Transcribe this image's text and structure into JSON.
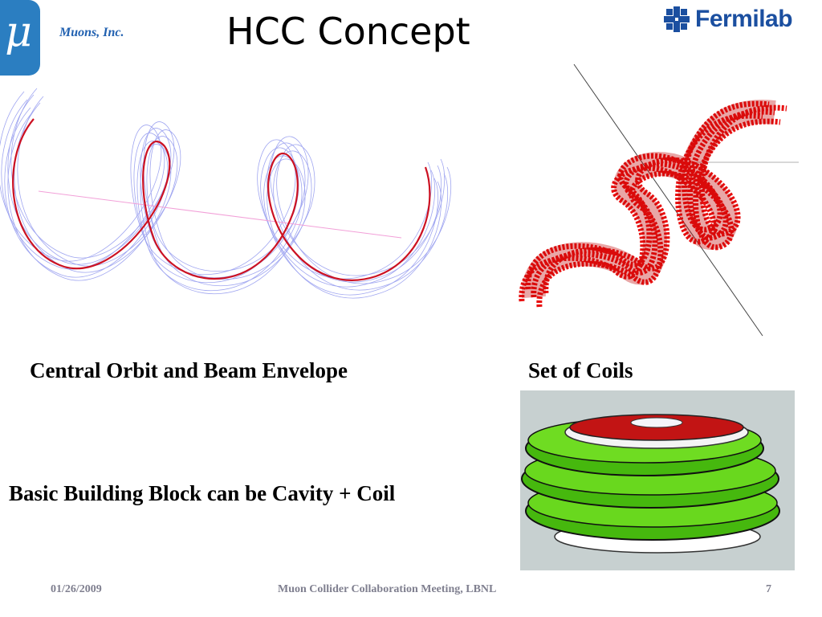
{
  "header": {
    "logo_symbol": "μ",
    "company": "Muons, Inc.",
    "title": "HCC Concept",
    "lab_logo_text": "Fermilab"
  },
  "figures": {
    "orbit": {
      "caption": "Central Orbit and Beam Envelope",
      "icon": "helix-beam-envelope-figure"
    },
    "coils": {
      "caption": "Set of Coils",
      "icon": "helical-coil-set-figure"
    },
    "block": {
      "caption": "Basic Building Block can be Cavity + Coil",
      "icon": "cavity-coil-rendering"
    }
  },
  "footer": {
    "date": "01/26/2009",
    "meeting": "Muon Collider  Collaboration Meeting,  LBNL",
    "page": "7"
  },
  "colors": {
    "muons_blue": "#2b7ec1",
    "fermilab_blue": "#1b4fa0",
    "orbit_red": "#cc1122",
    "envelope_blue": "#7f87e8",
    "coil_red": "#e81010",
    "coil_green": "#5ccd14",
    "footer_gray": "#7f7f8f"
  }
}
